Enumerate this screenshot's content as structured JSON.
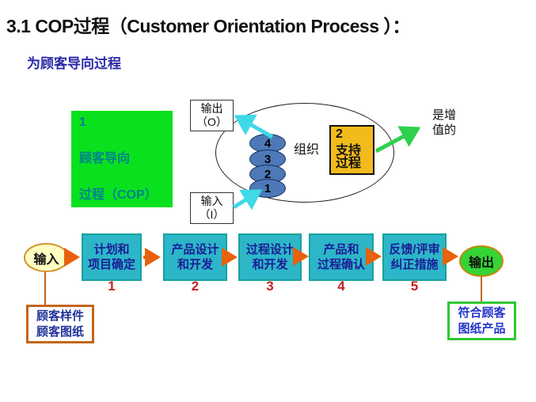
{
  "title": "3.1 COP过程（Customer Orientation Process ）：",
  "subtitle": "为顾客导向过程",
  "cop_box": {
    "number": "1",
    "line1": "顾客导向",
    "line2": "过程（COP）"
  },
  "organization": {
    "label": "组织",
    "output_box": {
      "line1": "输出",
      "line2": "（O）"
    },
    "input_box": {
      "line1": "输入",
      "line2": "（I）"
    },
    "circles": [
      "4",
      "3",
      "2",
      "1"
    ],
    "support_box": {
      "number": "2",
      "line1": "支持",
      "line2": "过程"
    },
    "value_note": {
      "line1": "是增",
      "line2": "值的"
    }
  },
  "flow": {
    "start_label": "输入",
    "end_label": "输出",
    "steps": [
      {
        "line1": "计划和",
        "line2": "项目确定",
        "number": "1"
      },
      {
        "line1": "产品设计",
        "line2": "和开发",
        "number": "2"
      },
      {
        "line1": "过程设计",
        "line2": "和开发",
        "number": "3"
      },
      {
        "line1": "产品和",
        "line2": "过程确认",
        "number": "4"
      },
      {
        "line1": "反馈/评审",
        "line2": "纠正措施",
        "number": "5"
      }
    ],
    "input_note": {
      "line1": "顾客样件",
      "line2": "顾客图纸"
    },
    "output_note": {
      "line1": "符合顾客",
      "line2": "图纸产品"
    }
  },
  "colors": {
    "cop_box_bg": "#09e11f",
    "cop_box_text": "#00828e",
    "flow_box_bg": "#2cb6c8",
    "flow_box_text": "#1c1c96",
    "flow_number": "#c32222",
    "support_box_bg": "#f1bb1c",
    "start_ellipse_bg": "#ffffc4",
    "end_ellipse_bg": "#35d435",
    "circle_bg": "#4d79b8",
    "cyan_arrow": "#3fd9e8",
    "green_arrow": "#2ed04e",
    "orange_arrow": "#e8610c",
    "connector_line": "#c2661b",
    "subtitle_text": "#2929a8",
    "input_note_border": "#c2661b",
    "output_note_border": "#2fc82f"
  }
}
